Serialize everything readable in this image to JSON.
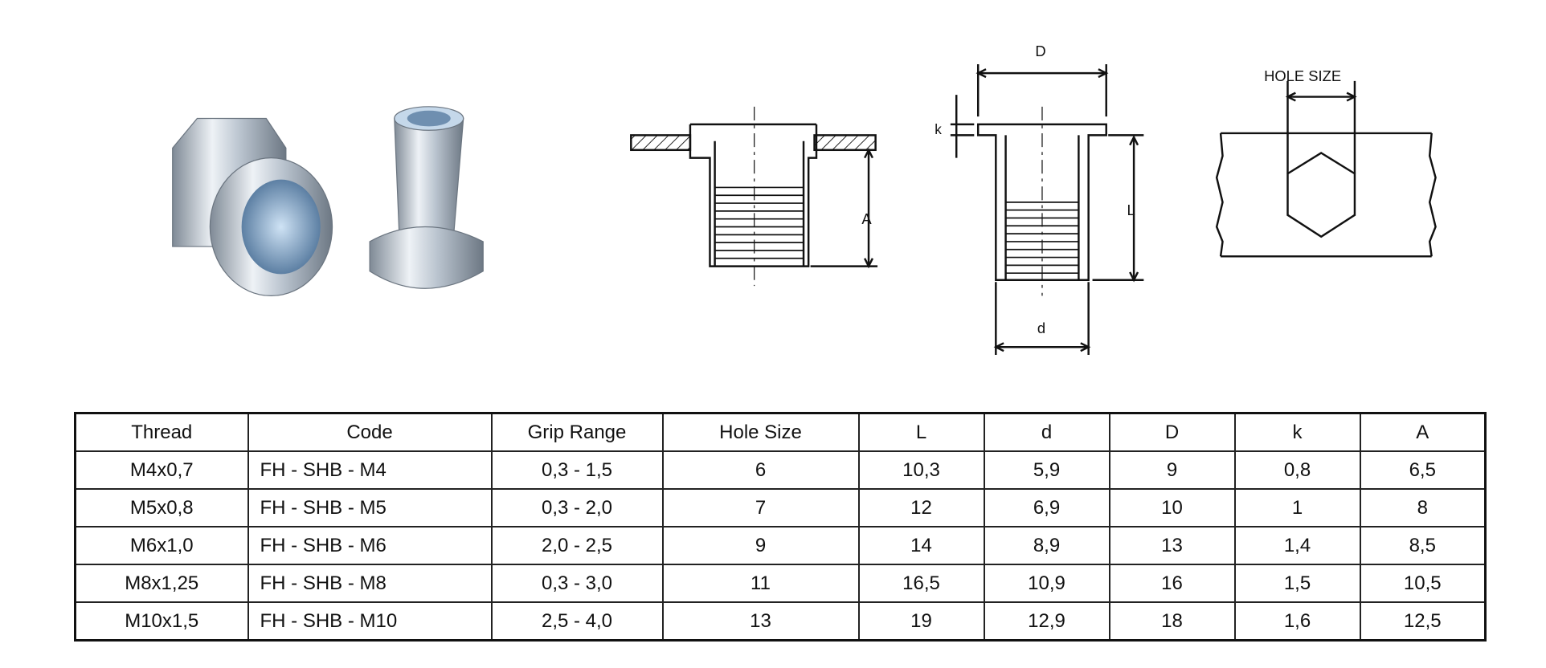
{
  "diagram_labels": {
    "A": "A",
    "D": "D",
    "k": "k",
    "L": "L",
    "d": "d",
    "hole_size": "HOLE SIZE"
  },
  "table": {
    "headers": [
      "Thread",
      "Code",
      "Grip Range",
      "Hole Size",
      "L",
      "d",
      "D",
      "k",
      "A"
    ],
    "rows": [
      [
        "M4x0,7",
        "FH - SHB - M4",
        "0,3 - 1,5",
        "6",
        "10,3",
        "5,9",
        "9",
        "0,8",
        "6,5"
      ],
      [
        "M5x0,8",
        "FH - SHB - M5",
        "0,3 - 2,0",
        "7",
        "12",
        "6,9",
        "10",
        "1",
        "8"
      ],
      [
        "M6x1,0",
        "FH - SHB - M6",
        "2,0 - 2,5",
        "9",
        "14",
        "8,9",
        "13",
        "1,4",
        "8,5"
      ],
      [
        "M8x1,25",
        "FH - SHB - M8",
        "0,3 - 3,0",
        "11",
        "16,5",
        "10,9",
        "16",
        "1,5",
        "10,5"
      ],
      [
        "M10x1,5",
        "FH - SHB - M10",
        "2,5 - 4,0",
        "13",
        "19",
        "12,9",
        "18",
        "1,6",
        "12,5"
      ]
    ]
  }
}
